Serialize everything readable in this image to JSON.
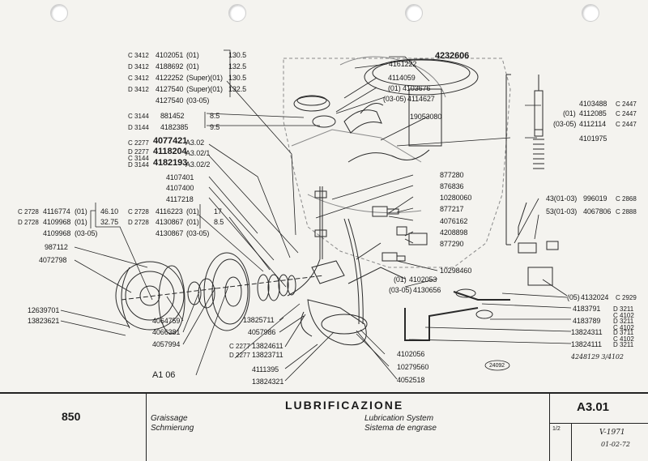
{
  "title_block": {
    "model": "850",
    "title": "LUBRIFICAZIONE",
    "sheet_code": "A3.01",
    "lang_left": [
      "Graissage",
      "Schmierung"
    ],
    "lang_mid": [
      "Lubrication System",
      "Sistema de engrase"
    ],
    "sheet_frac": "1/2",
    "sign1": "V-1971",
    "sign2": "01-02-72"
  },
  "figure_tag": "A1 06",
  "stamp": "24092",
  "handwritten_note": "4248129 3/4102",
  "left_table": [
    {
      "code": "C 3412",
      "part": "4102051",
      "note": "(01)",
      "val": "130.5"
    },
    {
      "code": "D 3412",
      "part": "4188692",
      "note": "(01)",
      "val": "132.5"
    },
    {
      "code": "C 3412",
      "part": "4122252",
      "note": "(Super)(01)",
      "val": "130.5"
    },
    {
      "code": "D 3412",
      "part": "4127540",
      "note": "(Super)(01)",
      "val": "132.5"
    },
    {
      "code": "",
      "part": "4127540",
      "note": "(03-05)",
      "val": ""
    }
  ],
  "filler_rows": [
    {
      "code": "C 3144",
      "part": "881452",
      "val": "8.5"
    },
    {
      "code": "D 3144",
      "part": "4182385",
      "val": "9.5"
    }
  ],
  "a302_rows": [
    {
      "code": "C 2277",
      "part": "4077421",
      "ref": "A3.02"
    },
    {
      "code": "D 2277",
      "part": "4118204",
      "ref": "A3.02/1"
    },
    {
      "code": "C 3144",
      "part": "",
      "ref": ""
    },
    {
      "code": "D 3144",
      "part": "4182193",
      "ref": "A3.02/2"
    }
  ],
  "center_parts": [
    "4107401",
    "4107400",
    "4117218"
  ],
  "center_rows": [
    {
      "code": "C 2728",
      "part": "4116223",
      "note": "(01)",
      "val": "17"
    },
    {
      "code": "D 2728",
      "part": "4130867",
      "note": "(01)",
      "val": "8.5"
    },
    {
      "code": "",
      "part": "4130867",
      "note": "(03-05)",
      "val": ""
    }
  ],
  "pump_rows": [
    {
      "code": "C 2728",
      "part": "4116774",
      "note": "(01)",
      "val": "46.10"
    },
    {
      "code": "D 2728",
      "part": "4109968",
      "note": "(01)",
      "val": "32.75"
    },
    {
      "code": "",
      "part": "4109968",
      "note": "(03-05)",
      "val": ""
    }
  ],
  "left_parts": [
    "987112",
    "4072798"
  ],
  "bolt_parts": [
    "12639701",
    "13823621"
  ],
  "bottom_parts": [
    "4064759",
    "4066381",
    "4057994"
  ],
  "mid_bottom": [
    "13825711",
    "4057986"
  ],
  "mid_bottom_rows": [
    {
      "code": "C 2277",
      "part": "13824611"
    },
    {
      "code": "D 2277",
      "part": "13823711"
    }
  ],
  "bottom_center": [
    "4111395",
    "13824321"
  ],
  "bottom_right_center": [
    "4102056",
    "10279560",
    "4052518"
  ],
  "top_center": [
    "4161222",
    "4232606"
  ],
  "breather": [
    {
      "note": "",
      "part": "4114059"
    },
    {
      "note": "(01)",
      "part": "4103676"
    },
    {
      "note": "(03-05)",
      "part": "4114627"
    },
    {
      "note": "",
      "part": "19053080"
    }
  ],
  "right_top": [
    {
      "note": "",
      "part": "4103488",
      "code": "C 2447"
    },
    {
      "note": "(01)",
      "part": "4112085",
      "code": "C 2447"
    },
    {
      "note": "(03-05)",
      "part": "4112114",
      "code": "C 2447"
    },
    {
      "note": "",
      "part": "4101975",
      "code": ""
    }
  ],
  "right_mid": [
    "877280",
    "876836",
    "10280060",
    "877217",
    "4076162",
    "4208898",
    "877290"
  ],
  "sensor_rows": [
    {
      "note": "43(01-03)",
      "part": "996019",
      "code": "C 2868"
    },
    {
      "note": "53(01-03)",
      "part": "4067806",
      "code": "C 2888"
    }
  ],
  "pipe_rows": [
    {
      "note": "",
      "part": "10298460"
    },
    {
      "note": "(01)",
      "part": "4102053"
    },
    {
      "note": "(03-05)",
      "part": "4130656"
    }
  ],
  "sender_row": {
    "note": "(05)",
    "part": "4132024",
    "code": "C 2929"
  },
  "right_bottom": [
    {
      "part": "4183791",
      "code": "D 3211",
      "code2": "C 4102"
    },
    {
      "part": "4183789",
      "code": "D 3211",
      "code2": "C 4102"
    },
    {
      "part": "13824311",
      "code": "D 3711",
      "code2": "C 4102"
    },
    {
      "part": "13824111",
      "code": "D 3211",
      "code2": ""
    }
  ],
  "colors": {
    "paper": "#f4f3ef",
    "ink": "#1a1a1a"
  }
}
